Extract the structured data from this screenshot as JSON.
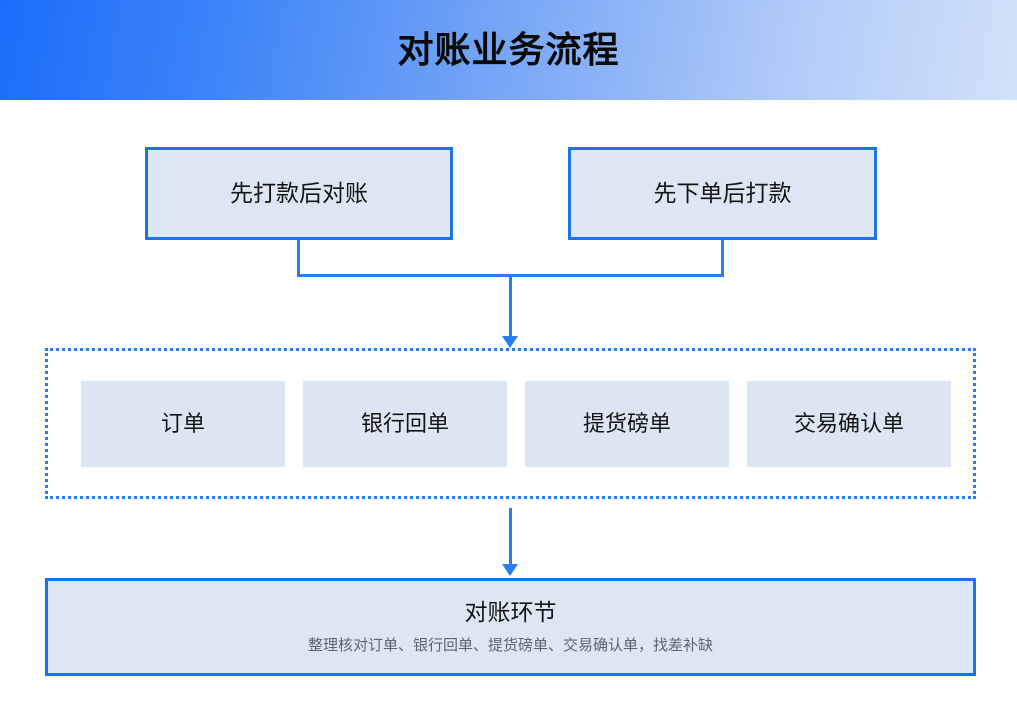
{
  "header": {
    "title": "对账业务流程",
    "gradient_from": "#1a6dfa",
    "gradient_to": "#d2e1f9"
  },
  "colors": {
    "border_blue": "#1a73e8",
    "connector_blue": "#2b7cf0",
    "box_fill": "#dce7f3",
    "card_fill": "#dce6f2",
    "text_dark": "#141414",
    "text_muted": "#5d6470"
  },
  "sources": [
    {
      "label": "先打款后对账"
    },
    {
      "label": "先下单后打款"
    }
  ],
  "documents": [
    {
      "label": "订单"
    },
    {
      "label": "银行回单"
    },
    {
      "label": "提货磅单"
    },
    {
      "label": "交易确认单"
    }
  ],
  "result": {
    "title": "对账环节",
    "subtitle": "整理核对订单、银行回单、提货磅单、交易确认单，找差补缺"
  }
}
